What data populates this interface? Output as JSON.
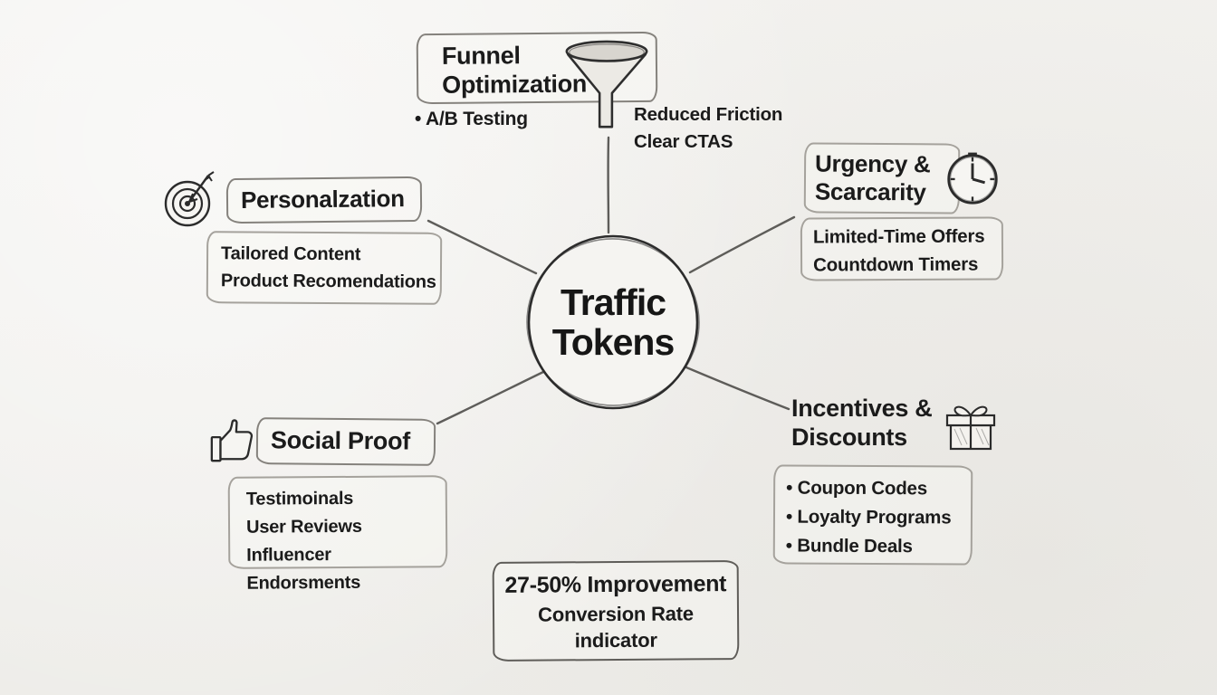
{
  "center": {
    "label": "Traffic\nTokens"
  },
  "branches": {
    "funnel": {
      "title": "Funnel\nOptimization",
      "bullet": "• A/B Testing",
      "notes": "Reduced Friction\nClear CTAS",
      "icon": "funnel-icon"
    },
    "urgency": {
      "title": "Urgency &\nScarcarity",
      "notes": "Limited-Time Offers\nCountdown Timers",
      "icon": "clock-icon"
    },
    "personalization": {
      "title": "Personalzation",
      "notes": "Tailored Content\nProduct Recomendations",
      "icon": "target-icon"
    },
    "social": {
      "title": "Social Proof",
      "notes": "Testimoinals\nUser Reviews\nInfluencer Endorsments",
      "icon": "thumbs-up-icon"
    },
    "incentives": {
      "title": "Incentives &\nDiscounts",
      "notes": "• Coupon Codes\n• Loyalty Programs\n• Bundle Deals",
      "icon": "gift-icon"
    },
    "result": {
      "headline": "27-50% Improvement",
      "subtext": "Conversion Rate\nindicator"
    }
  }
}
